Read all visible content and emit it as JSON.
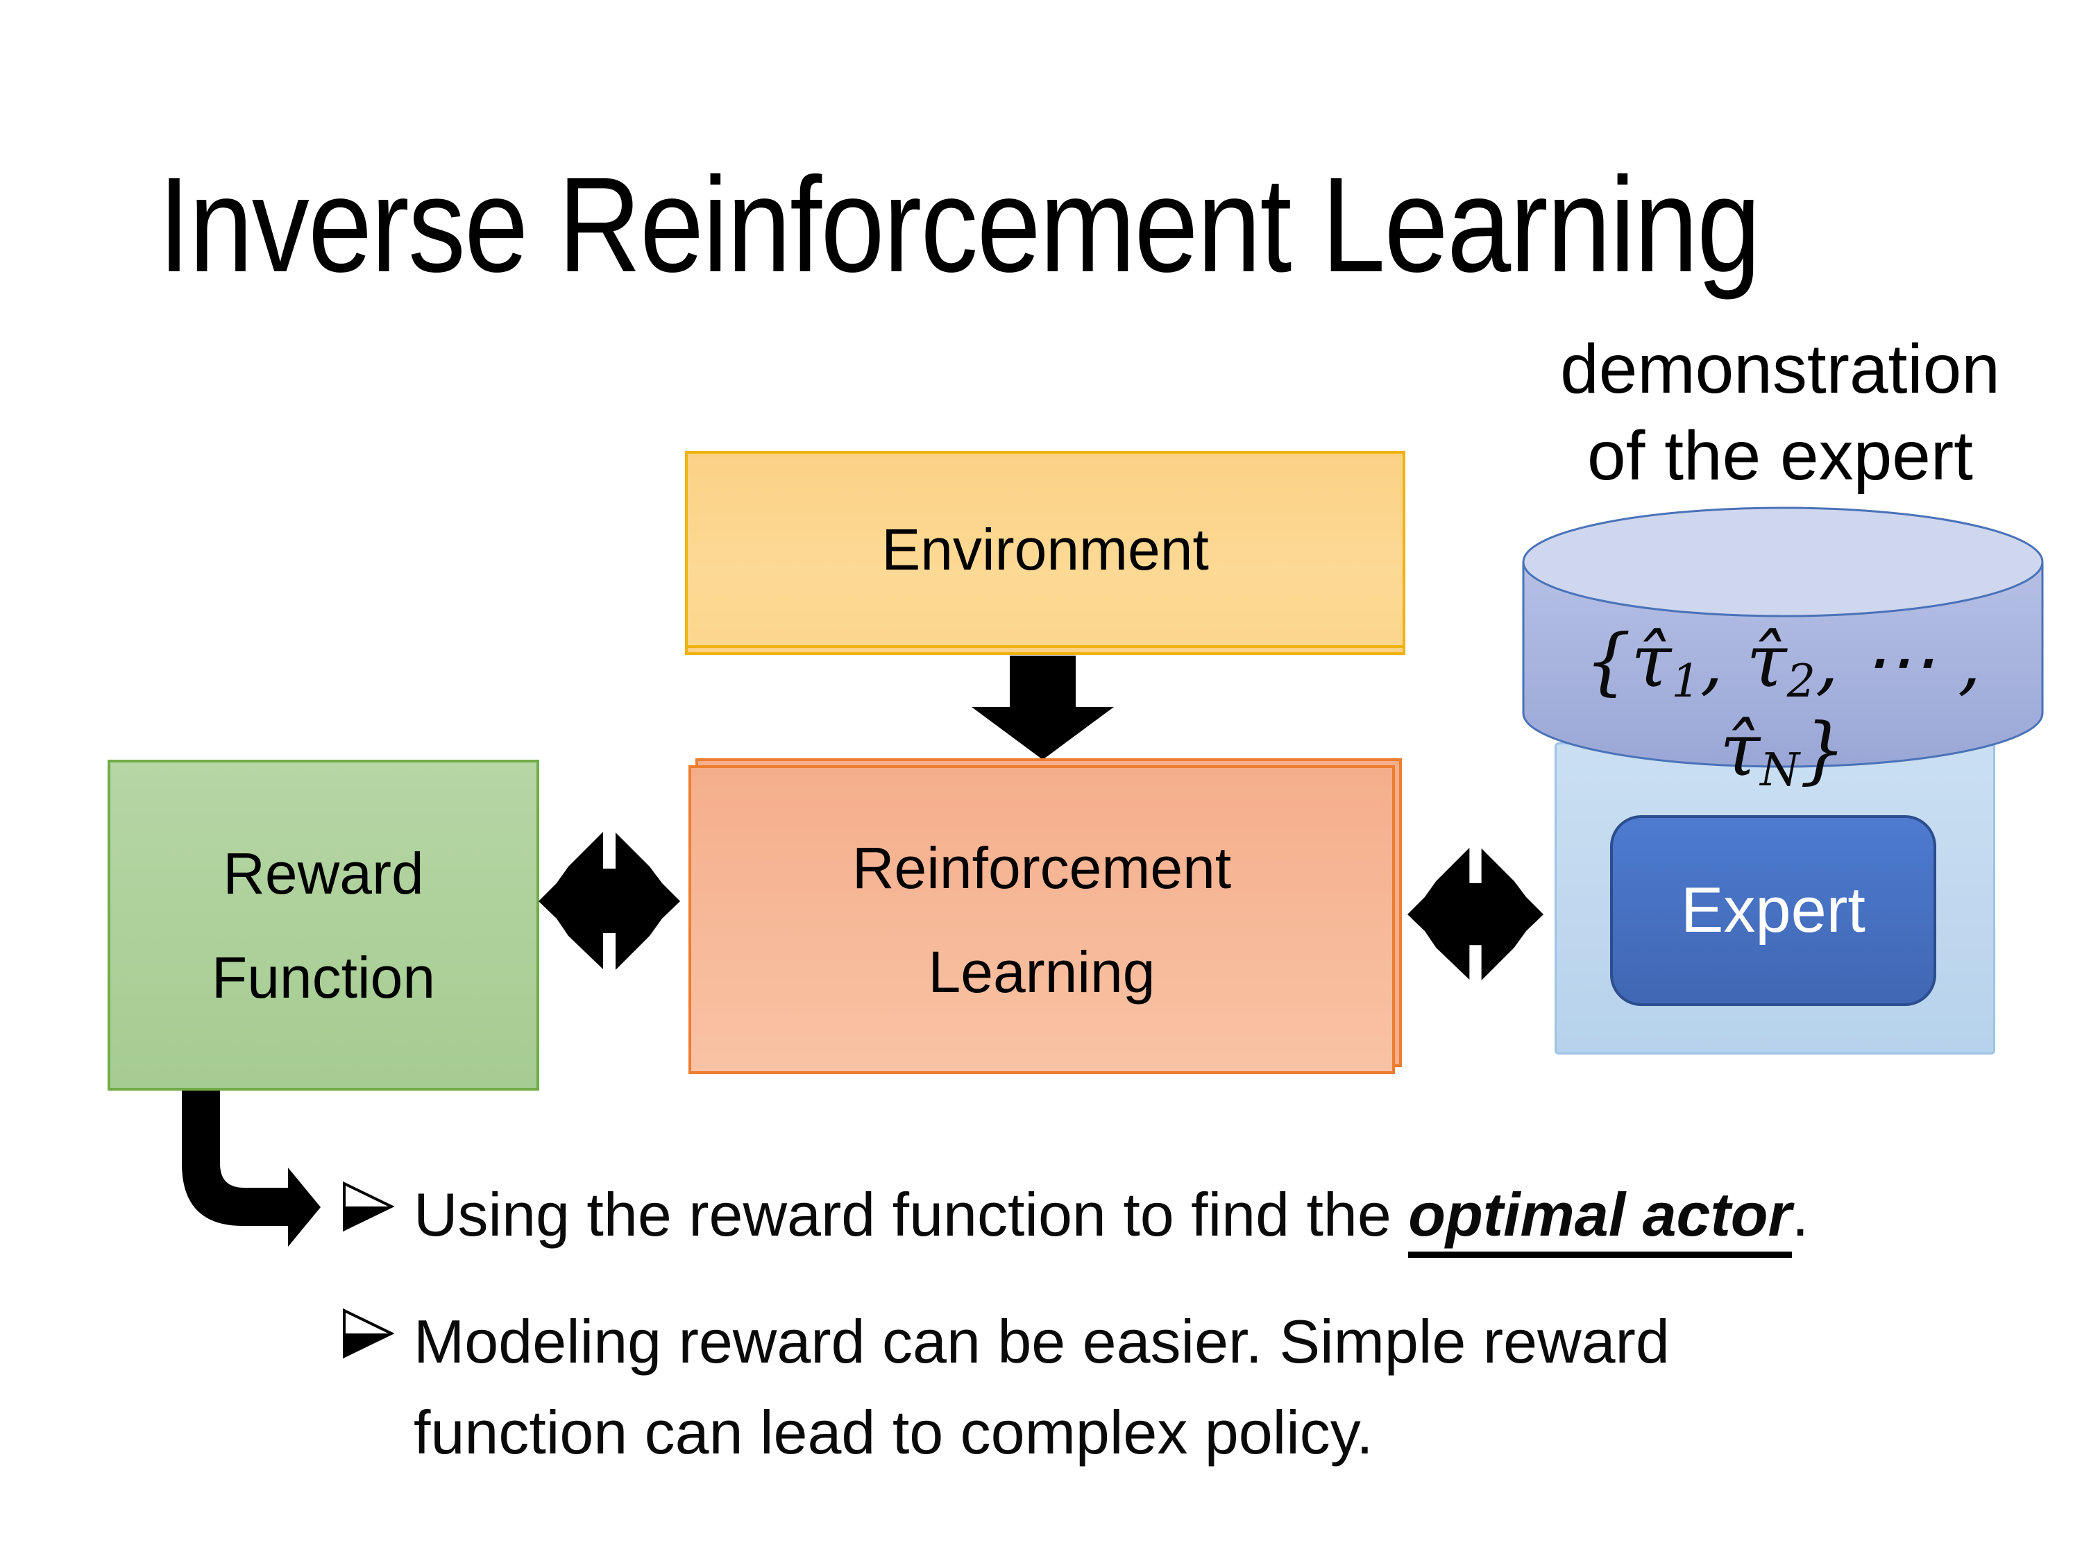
{
  "slide": {
    "title": "Inverse Reinforcement Learning",
    "caption": {
      "line1": "demonstration",
      "line2": "of the expert"
    },
    "diagram": {
      "environment": {
        "label": "Environment",
        "fill": "#FBD186",
        "border": "#EFB310"
      },
      "reward_function": {
        "label": "Reward Function",
        "fill": "#ACCF98",
        "border": "#71AC49"
      },
      "reinforcement_learning": {
        "label": "Reinforcement Learning",
        "fill": "#F5AE8C",
        "border": "#ED7D31"
      },
      "expert": {
        "label": "Expert",
        "fill": "#4472C4",
        "border": "#2C4D8E",
        "container_fill": "#C9DEF1",
        "container_border": "#9DC3E6"
      },
      "demonstrations": {
        "formula": {
          "open": "{",
          "tau": "τ̂",
          "sub1": "1",
          "sep1": ", ",
          "sub2": "2",
          "sep2": ", ⋯ , ",
          "subN": "N",
          "close": "}"
        },
        "body_fill": "#A9B5DE",
        "top_fill": "#CFD7EF",
        "border": "#4A72B8"
      },
      "arrow_color": "#000000"
    },
    "bullets": [
      {
        "marker": "➢",
        "prefix": "Using the reward function to find the ",
        "emphasis": "optimal actor",
        "suffix": "."
      },
      {
        "marker": "➢",
        "text": "Modeling reward can be easier. Simple reward function can lead to complex policy."
      }
    ]
  }
}
